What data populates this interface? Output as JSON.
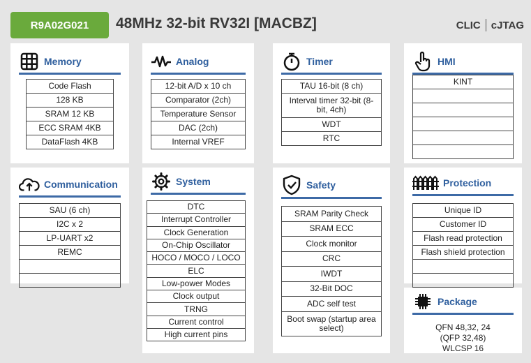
{
  "header": {
    "part_number": "R9A02G021",
    "title": "48MHz 32-bit RV32I [MACBZ]",
    "tag_1": "CLIC",
    "tag_2": "cJTAG"
  },
  "memory": {
    "title": "Memory",
    "icon": "grid-icon",
    "items": [
      "Code Flash",
      "128 KB",
      "SRAM 12 KB",
      "ECC SRAM 4KB",
      "DataFlash 4KB"
    ]
  },
  "analog": {
    "title": "Analog",
    "icon": "waveform-icon",
    "items": [
      "12-bit A/D x 10 ch",
      "Comparator (2ch)",
      "Temperature Sensor",
      "DAC (2ch)",
      "Internal VREF"
    ]
  },
  "timer": {
    "title": "Timer",
    "icon": "stopwatch-icon",
    "items": [
      "TAU 16-bit (8 ch)",
      "Interval timer 32-bit (8-bit, 4ch)",
      "WDT",
      "RTC"
    ]
  },
  "hmi": {
    "title": "HMI",
    "icon": "hand-pointer-icon",
    "items": [
      "KINT",
      "",
      "",
      "",
      "",
      ""
    ]
  },
  "communication": {
    "title": "Communication",
    "icon": "cloud-upload-icon",
    "items": [
      "SAU (6 ch)",
      "I2C x 2",
      "LP-UART x2",
      "REMC",
      "",
      ""
    ]
  },
  "system": {
    "title": "System",
    "icon": "gear-icon",
    "items": [
      "DTC",
      "Interrupt Controller",
      "Clock Generation",
      "On-Chip Oscillator",
      "HOCO / MOCO / LOCO",
      "ELC",
      "Low-power Modes",
      "Clock output",
      "TRNG",
      "Current control",
      "High current pins"
    ]
  },
  "safety": {
    "title": "Safety",
    "icon": "shield-check-icon",
    "items": [
      "SRAM Parity Check",
      "SRAM ECC",
      "Clock monitor",
      "CRC",
      "IWDT",
      "32-Bit DOC",
      "ADC self test",
      "Boot swap (startup area select)"
    ]
  },
  "protection": {
    "title": "Protection",
    "icon": "fence-icon",
    "items": [
      "Unique ID",
      "Customer ID",
      "Flash read protection",
      "Flash shield protection",
      "",
      ""
    ]
  },
  "package": {
    "title": "Package",
    "icon": "chip-icon",
    "line_1": "QFN 48,32, 24",
    "line_2": "(QFP 32,48)",
    "line_3": "WLCSP 16"
  },
  "colors": {
    "accent": "#2f5f9e",
    "badge": "#6aaa3c",
    "background": "#e5e5e5"
  }
}
